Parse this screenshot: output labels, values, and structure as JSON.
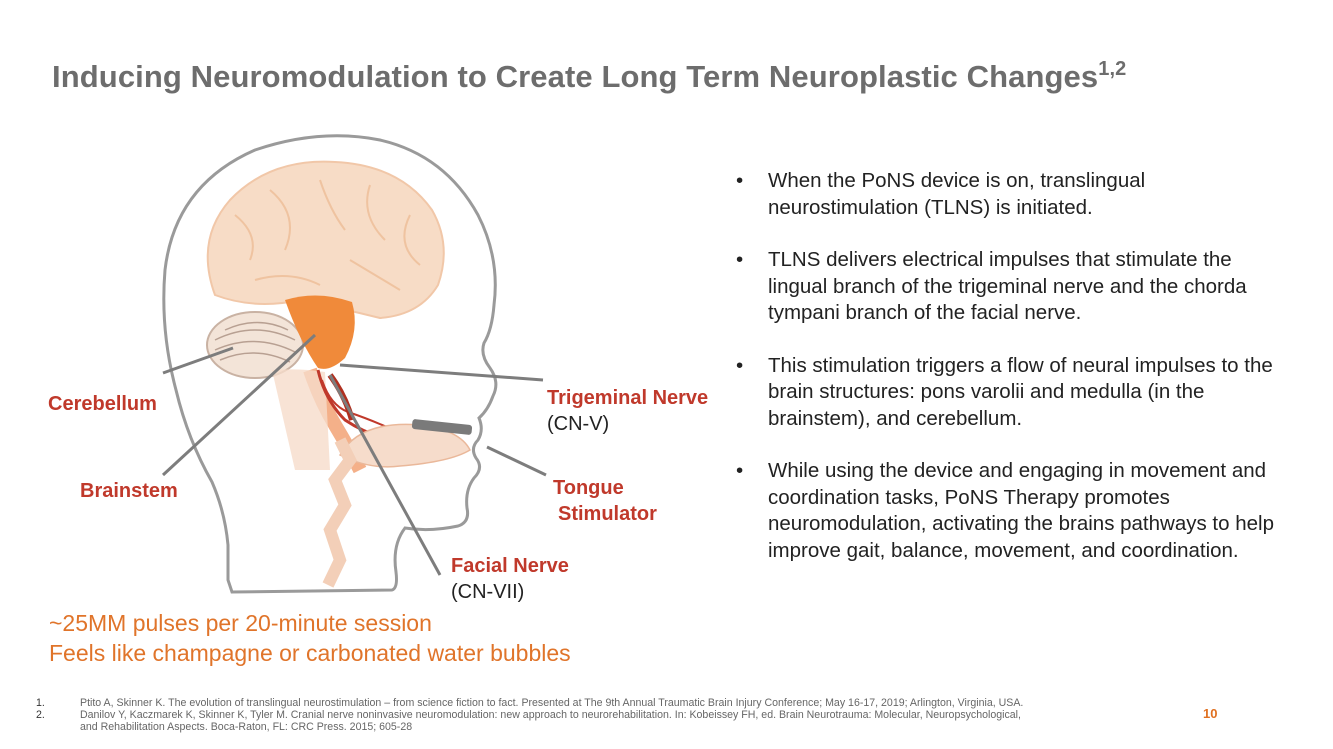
{
  "slide": {
    "title": "Inducing Neuromodulation to Create Long Term Neuroplastic Changes",
    "title_superscript": "1,2",
    "page_number": "10"
  },
  "diagram_labels": {
    "cerebellum": "Cerebellum",
    "brainstem": "Brainstem",
    "trigeminal": "Trigeminal Nerve",
    "trigeminal_sub": "(CN-V)",
    "tongue_line1": "Tongue",
    "tongue_line2": "Stimulator",
    "facial": "Facial Nerve",
    "facial_sub": "(CN-VII)"
  },
  "bullets": [
    "When the PoNS device is on, translingual neurostimulation (TLNS) is initiated.",
    "TLNS delivers electrical impulses that stimulate the lingual branch of the trigeminal nerve and the chorda tympani branch of the facial nerve.",
    "This stimulation triggers a flow of neural impulses to the brain structures: pons varolii and medulla (in the brainstem), and cerebellum.",
    "While using the device and engaging in movement and coordination tasks, PoNS Therapy promotes neuromodulation, activating the brains pathways to help improve gait, balance, movement, and coordination."
  ],
  "bullet_glyph": "•",
  "highlights": {
    "line1": "~25MM pulses per 20-minute session",
    "line2": "Feels like champagne or carbonated water bubbles"
  },
  "references": [
    {
      "num": "1.",
      "text": "Ptito A, Skinner K. The evolution of translingual neurostimulation – from science fiction to fact. Presented at The 9th Annual Traumatic Brain Injury Conference; May 16-17, 2019; Arlington, Virginia, USA."
    },
    {
      "num": "2.",
      "text": "Danilov Y, Kaczmarek K, Skinner K, Tyler M. Cranial nerve noninvasive neuromodulation: new approach to neurorehabilitation. In: Kobeissey FH, ed. Brain Neurotrauma: Molecular, Neuropsychological,",
      "text2": "and Rehabilitation Aspects. Boca-Raton, FL: CRC Press. 2015; 605-28"
    }
  ],
  "colors": {
    "title": "#6d6d6d",
    "label_red": "#c0392b",
    "highlight_orange": "#e0742a",
    "page_number": "#e07020"
  }
}
